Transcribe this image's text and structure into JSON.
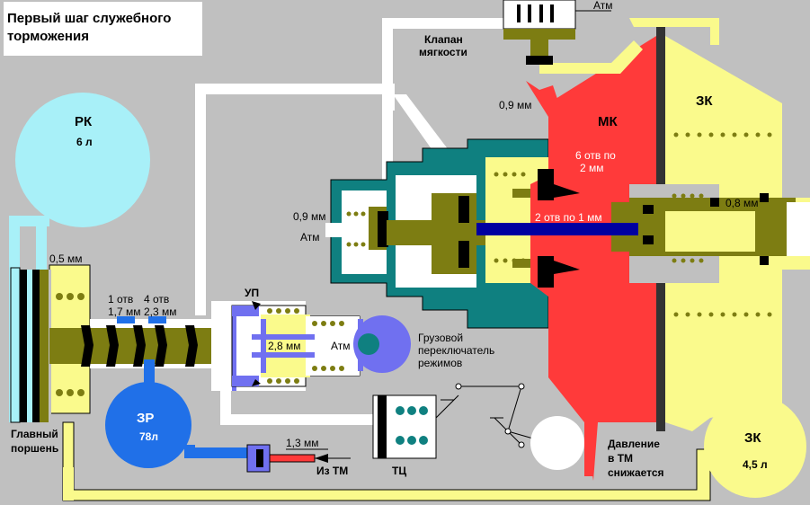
{
  "title": {
    "line1": "Первый шаг служебного",
    "line2": "торможения"
  },
  "atm_top": "Атм",
  "valve_soft": {
    "line1": "Клапан",
    "line2": "мягкости"
  },
  "rk": {
    "name": "РК",
    "vol": "6 л"
  },
  "zk_top": "ЗК",
  "zk_tank": {
    "name": "ЗК",
    "vol": "4,5 л"
  },
  "mk": "МК",
  "zr": {
    "name": "ЗР",
    "vol": "78л"
  },
  "labels": {
    "m09_top": "0,9 мм",
    "holes6": {
      "line1": "6 отв по",
      "line2": "2 мм"
    },
    "m08": "0,8 мм",
    "holes2": "2 отв по 1 мм",
    "m09_left": "0,9 мм",
    "atm_left": "Атм",
    "m05": "0,5 мм",
    "hole1": {
      "line1": "1 отв",
      "line2": "1,7 мм"
    },
    "hole4": {
      "line1": "4 отв",
      "line2": "2,3 мм"
    },
    "up": "УП",
    "m28": "2,8 мм",
    "atm_up": "Атм",
    "switch": {
      "line1": "Грузовой",
      "line2": "переключатель",
      "line3": "режимов"
    },
    "piston": {
      "line1": "Главный",
      "line2": "поршень"
    },
    "m13": "1,3 мм",
    "from_tm": "Из ТМ",
    "tc": "ТЦ",
    "pressure": {
      "line1": "Давление",
      "line2": "в ТМ",
      "line3": "снижается"
    }
  },
  "colors": {
    "background": "#c0c0c0",
    "cyan": "#a8f0f8",
    "yellow": "#fafa8c",
    "olive": "#7d7d12",
    "red": "#ff3a3a",
    "teal": "#0f8080",
    "blue": "#2070e8",
    "purple": "#7070f0",
    "dark_blue": "#0000a0"
  }
}
